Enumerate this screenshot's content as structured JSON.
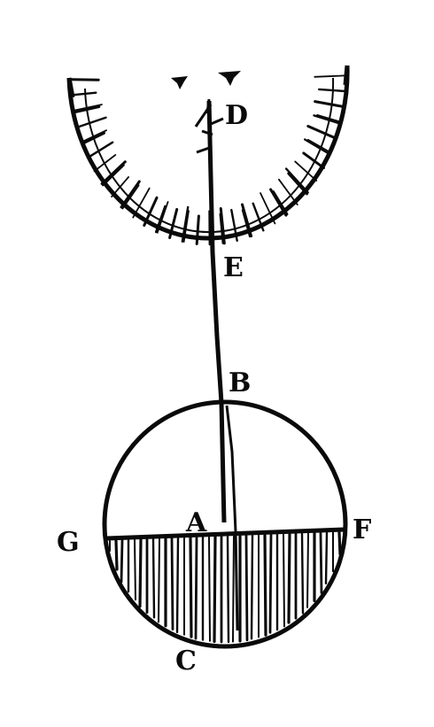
{
  "figure": {
    "labels": {
      "D": "D",
      "E": "E",
      "B": "B",
      "A": "A",
      "G": "G",
      "F": "F",
      "C": "C"
    }
  },
  "colors": {
    "ink": "#0a0a0a",
    "paper": "#ffffff"
  }
}
